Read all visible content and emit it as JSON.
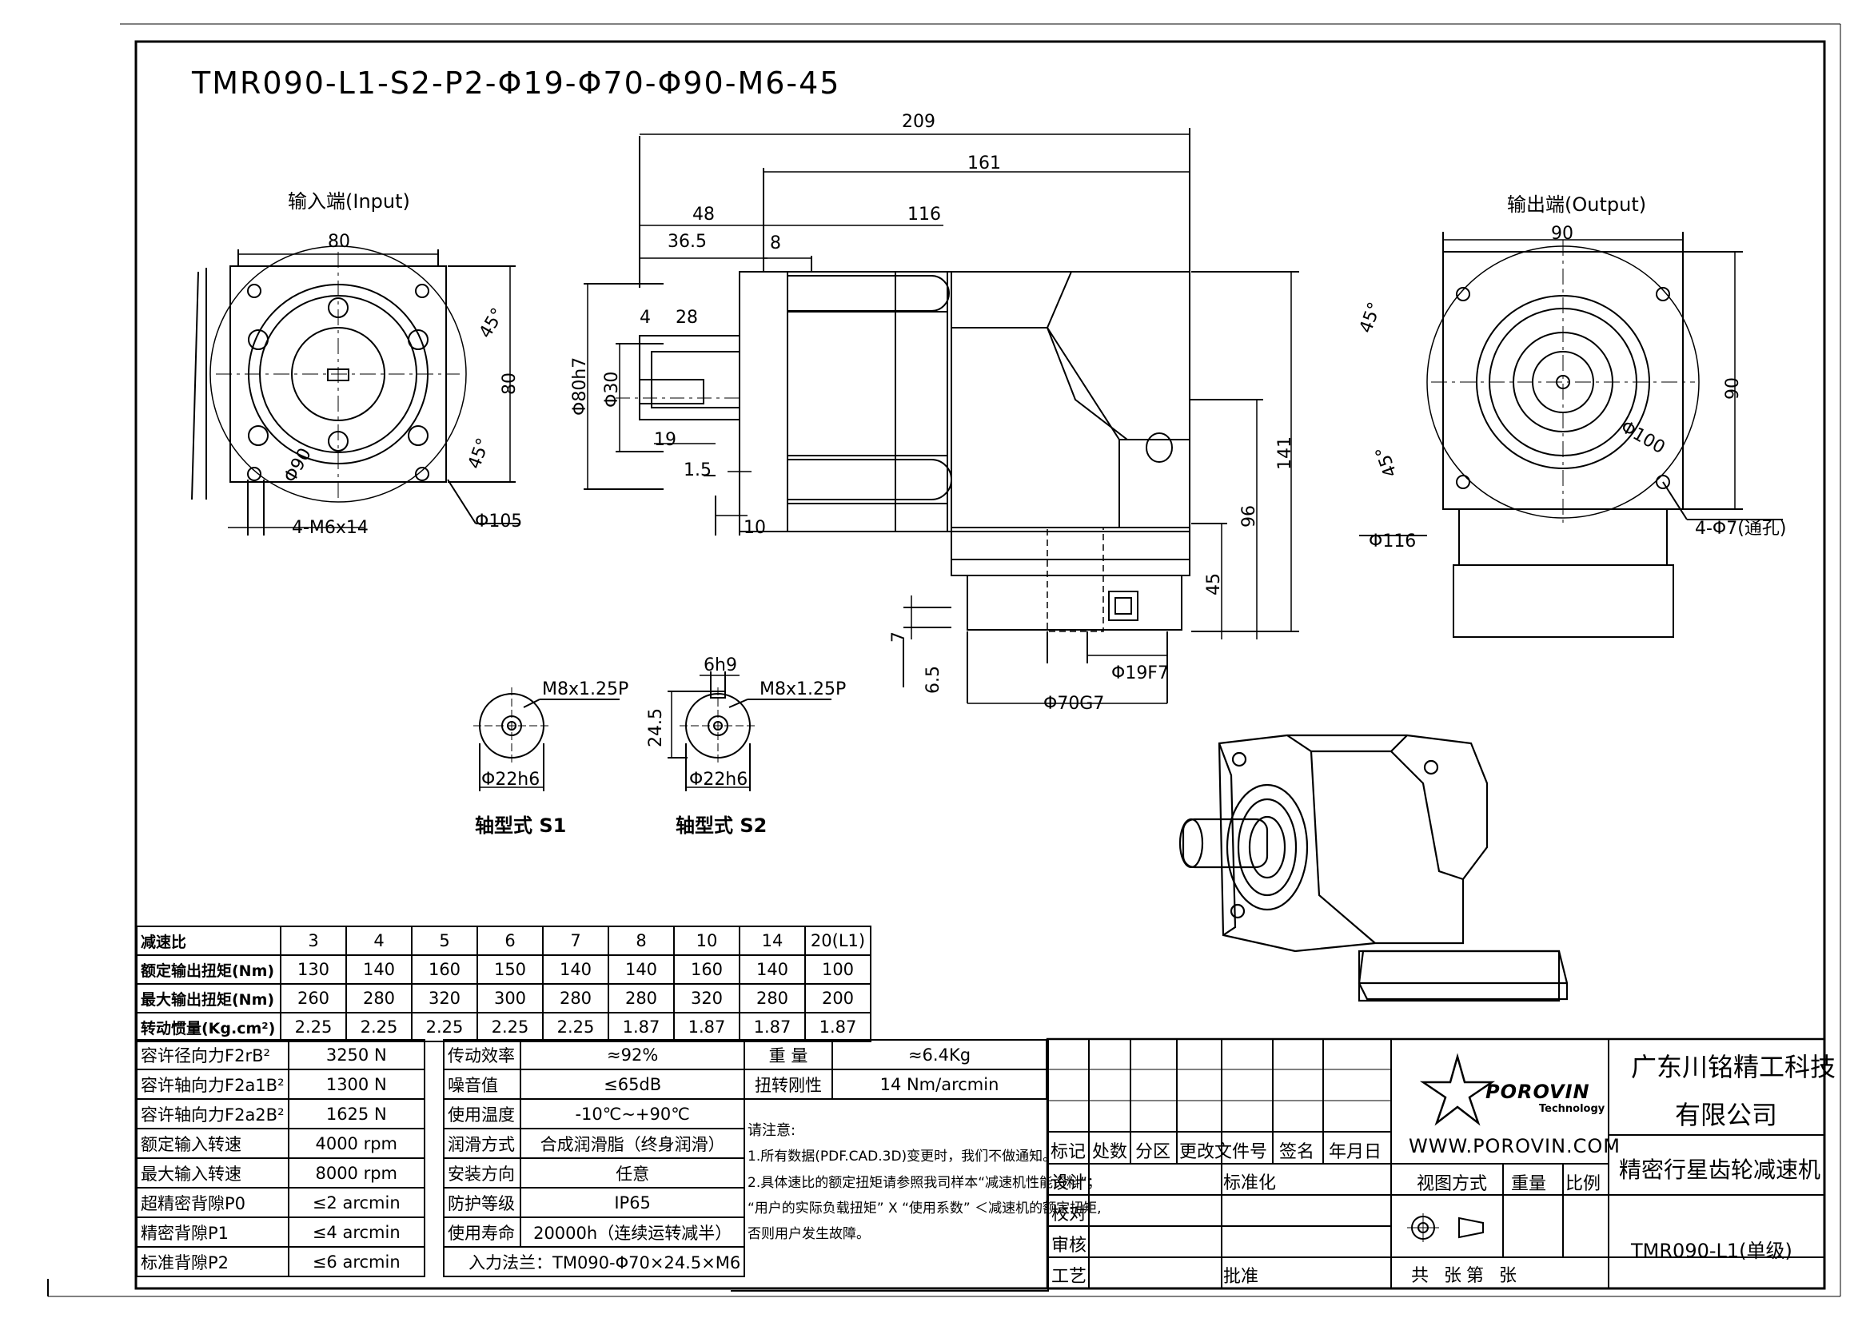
{
  "drawing": {
    "model_title": "TMR090-L1-S2-P2-Φ19-Φ70-Φ90-M6-45",
    "input_view_label": "输入端(Input)",
    "output_view_label": "输出端(Output)",
    "shaft_s1_label": "轴型式 S1",
    "shaft_s2_label": "轴型式 S2"
  },
  "dimensions": {
    "input": {
      "width": "80",
      "height": "80",
      "angle_top": "45°",
      "angle_bottom": "45°",
      "pcd": "Φ90",
      "holes": "4-M6x14",
      "outer_dia": "Φ105"
    },
    "side": {
      "d209": "209",
      "d161": "161",
      "d48": "48",
      "d116": "116",
      "d36_5": "36.5",
      "d8": "8",
      "d4": "4",
      "d28": "28",
      "d19": "19",
      "d1_5": "1.5",
      "d10": "10",
      "phi80h7": "Φ80h7",
      "phi30": "Φ30",
      "d141": "141",
      "d96": "96",
      "d45": "45",
      "d7": "7",
      "d6_5": "6.5",
      "phi19f7": "Φ19F7",
      "phi70g7": "Φ70G7"
    },
    "output": {
      "width": "90",
      "height": "90",
      "angle_top": "45°",
      "angle_bottom": "45°",
      "pcd": "Φ100",
      "holes": "4-Φ7(通孔)",
      "outer_dia": "Φ116"
    },
    "s1": {
      "thread": "M8x1.25P",
      "dia": "Φ22h6"
    },
    "s2": {
      "key": "6h9",
      "thread": "M8x1.25P",
      "height": "24.5",
      "dia": "Φ22h6"
    }
  },
  "ratio_table": {
    "header_label": "减速比",
    "ratios": [
      "3",
      "4",
      "5",
      "6",
      "7",
      "8",
      "10",
      "14",
      "20(L1)"
    ],
    "rows": [
      {
        "label": "额定输出扭矩(Nm)",
        "values": [
          "130",
          "140",
          "160",
          "150",
          "140",
          "140",
          "160",
          "140",
          "100"
        ]
      },
      {
        "label": "最大输出扭矩(Nm)",
        "values": [
          "260",
          "280",
          "320",
          "300",
          "280",
          "280",
          "320",
          "280",
          "200"
        ]
      },
      {
        "label": "转动惯量(Kg.cm²)",
        "values": [
          "2.25",
          "2.25",
          "2.25",
          "2.25",
          "2.25",
          "1.87",
          "1.87",
          "1.87",
          "1.87"
        ]
      }
    ]
  },
  "specs": {
    "left": [
      {
        "label": "容许径向力F2rB²",
        "value": "3250 N"
      },
      {
        "label": "容许轴向力F2a1B²",
        "value": "1300 N"
      },
      {
        "label": "容许轴向力F2a2B²",
        "value": "1625 N"
      },
      {
        "label": "额定输入转速",
        "value": "4000 rpm"
      },
      {
        "label": "最大输入转速",
        "value": "8000 rpm"
      },
      {
        "label": "超精密背隙P0",
        "value": "≤2 arcmin"
      },
      {
        "label": "精密背隙P1",
        "value": "≤4 arcmin"
      },
      {
        "label": "标准背隙P2",
        "value": "≤6 arcmin"
      }
    ],
    "middle": [
      {
        "label": "传动效率",
        "value": "≈92%"
      },
      {
        "label": "噪音值",
        "value": "≤65dB"
      },
      {
        "label": "使用温度",
        "value": "-10℃~+90℃"
      },
      {
        "label": "润滑方式",
        "value": "合成润滑脂（终身润滑）"
      },
      {
        "label": "安装方向",
        "value": "任意"
      },
      {
        "label": "防护等级",
        "value": "IP65"
      },
      {
        "label": "使用寿命",
        "value": "20000h（连续运转减半）"
      }
    ],
    "flange": "入力法兰：TM090-Φ70×24.5×M6",
    "weight_label": "重 量",
    "weight_value": "≈6.4Kg",
    "stiffness_label": "扭转刚性",
    "stiffness_value": "14 Nm/arcmin",
    "notes_title": "请注意:",
    "notes": [
      "1.所有数据(PDF.CAD.3D)变更时，我们不做通知。",
      "2.具体速比的额定扭矩请参照我司样本“减速机性能资料”；",
      "“用户的实际负载扭矩” X “使用系数” ＜减速机的额定扭矩,",
      "否则用户发生故障。"
    ]
  },
  "title_block": {
    "cols": [
      "标记",
      "处数",
      "分区",
      "更改文件号",
      "签名",
      "年月日"
    ],
    "rows": [
      "设计",
      "校对",
      "审核",
      "工艺"
    ],
    "standardize": "标准化",
    "approve": "批准",
    "brand": "POROVIN",
    "brand_sub": "Technology",
    "website": "WWW.POROVIN.COM",
    "view_method": "视图方式",
    "weight": "重量",
    "scale": "比例",
    "sheets": "共  张第  张",
    "company_line1": "广东川铭精工科技",
    "company_line2": "有限公司",
    "product": "精密行星齿轮减速机",
    "model": "TMR090-L1",
    "model_suffix": "(单级)"
  }
}
